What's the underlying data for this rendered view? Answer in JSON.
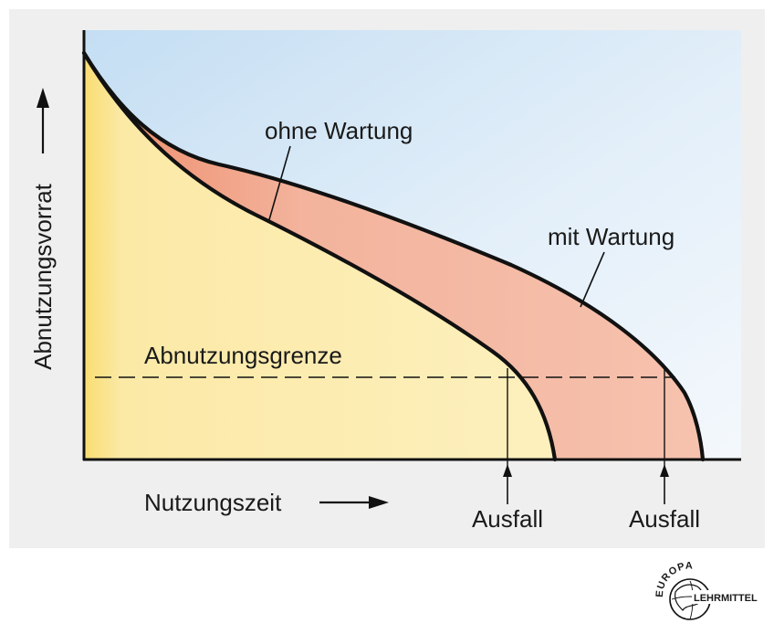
{
  "labels": {
    "y_axis": "Abnutzungsvorrat",
    "x_axis": "Nutzungszeit",
    "ohne_wartung": "ohne Wartung",
    "mit_wartung": "mit Wartung",
    "grenze": "Abnutzungsgrenze",
    "ausfall_1": "Ausfall",
    "ausfall_2": "Ausfall"
  },
  "logo": {
    "line1": "EUROPA",
    "line2": "LEHRMITTEL"
  },
  "colors": {
    "panel": "#efefef",
    "sky_light": "#c9e2f5",
    "yellow_fill": "#fbeaa4",
    "salmon_fill": "#f3b9a3",
    "line": "#111111"
  }
}
